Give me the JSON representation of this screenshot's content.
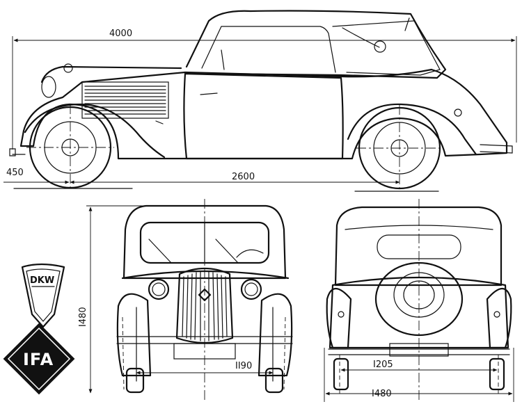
{
  "dimensions": {
    "overall_length": "4000",
    "front_overhang": "450",
    "wheelbase": "2600",
    "height": "I480",
    "front_track": "II90",
    "rear_track": "I205",
    "overall_width": "I480"
  },
  "logos": {
    "top_badge": "DKW",
    "bottom_badge": "IFA"
  }
}
